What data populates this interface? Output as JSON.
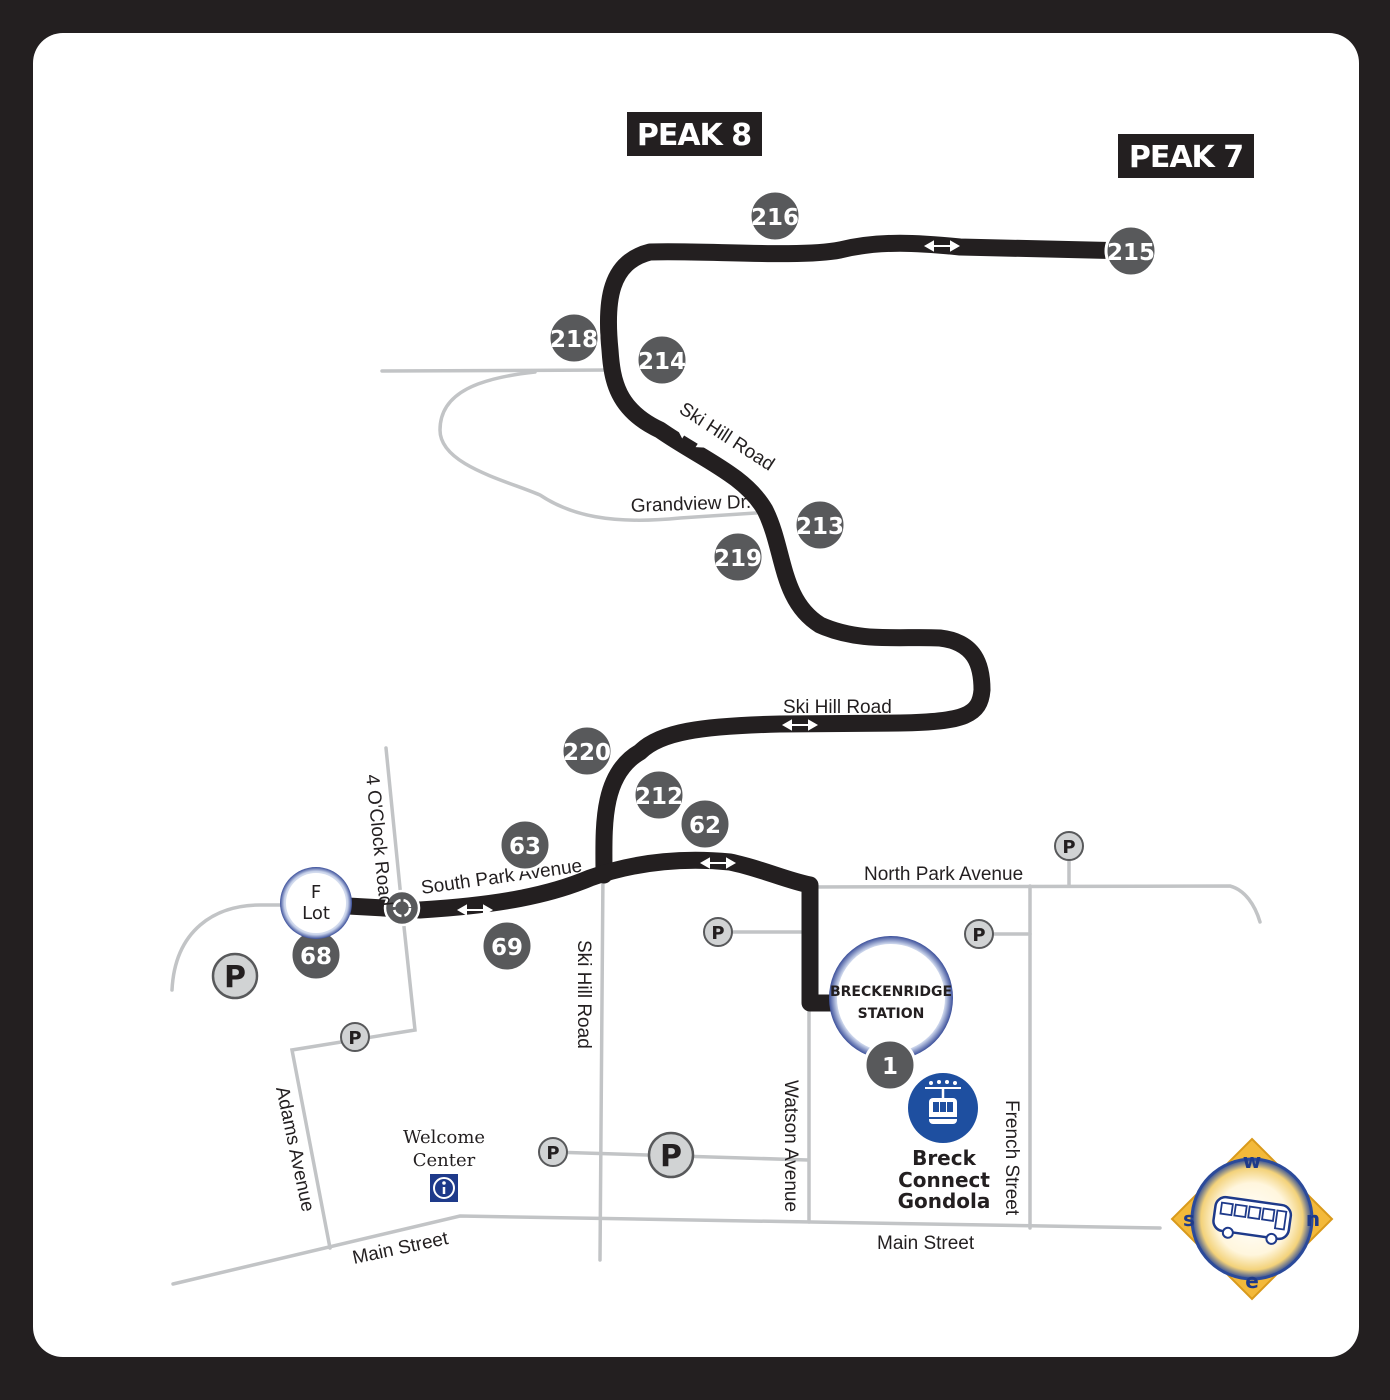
{
  "peaks": [
    {
      "id": "peak-8",
      "label": "PEAK 8"
    },
    {
      "id": "peak-7",
      "label": "PEAK 7"
    }
  ],
  "stops": [
    {
      "id": "216",
      "label": "216"
    },
    {
      "id": "215",
      "label": "215"
    },
    {
      "id": "218",
      "label": "218"
    },
    {
      "id": "214",
      "label": "214"
    },
    {
      "id": "213",
      "label": "213"
    },
    {
      "id": "219",
      "label": "219"
    },
    {
      "id": "220",
      "label": "220"
    },
    {
      "id": "212",
      "label": "212"
    },
    {
      "id": "62",
      "label": "62"
    },
    {
      "id": "63",
      "label": "63"
    },
    {
      "id": "69",
      "label": "69"
    },
    {
      "id": "68",
      "label": "68"
    },
    {
      "id": "1",
      "label": "1"
    }
  ],
  "streets": {
    "ski_hill_road_upper": "Ski Hill Road",
    "grandview": "Grandview Dr.",
    "ski_hill_road_middle": "Ski Hill Road",
    "four_oclock": "4 O'Clock Road",
    "south_park": "South Park Avenue",
    "north_park": "North Park Avenue",
    "ski_hill_road_lower": "Ski Hill Road",
    "watson": "Watson Avenue",
    "french": "French Street",
    "adams": "Adams Avenue",
    "main_west": "Main Street",
    "main_east": "Main Street"
  },
  "f_lot": {
    "line1": "F",
    "line2": "Lot"
  },
  "station": {
    "line1": "BRECKENRIDGE",
    "line2": "STATION"
  },
  "welcome_center": {
    "line1": "Welcome",
    "line2": "Center",
    "icon": "info-icon"
  },
  "gondola": {
    "line1": "Breck",
    "line2": "Connect",
    "line3": "Gondola",
    "icon": "gondola-icon"
  },
  "parking_label": "P",
  "compass": {
    "top": "w",
    "right": "n",
    "bottom": "e",
    "left": "s",
    "icon": "bus-icon"
  },
  "colors": {
    "frame": "#231f20",
    "route": "#231f20",
    "street": "#c2c4c6",
    "stop": "#58595b",
    "gondola_blue": "#1e4fa0",
    "compass_gold": "#f3b93a"
  }
}
